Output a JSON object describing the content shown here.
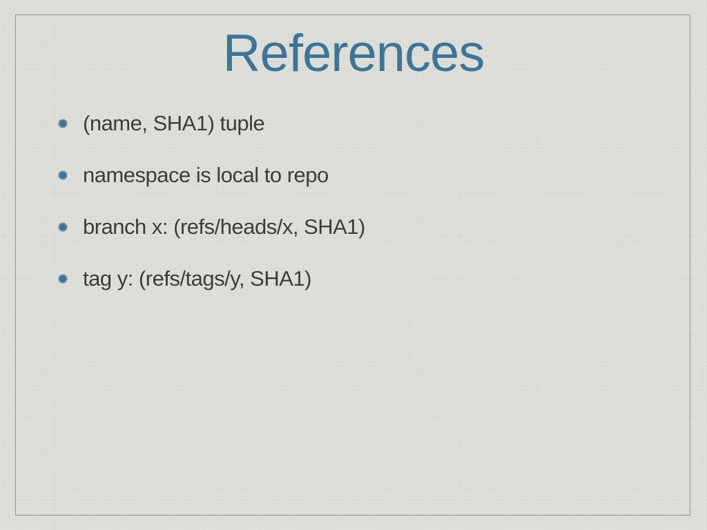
{
  "slide": {
    "title": "References",
    "bullets": [
      {
        "text": "(name, SHA1) tuple",
        "icon": "asterisk-bullet-icon"
      },
      {
        "text": "namespace is local to repo",
        "icon": "asterisk-bullet-icon"
      },
      {
        "text": "branch x: (refs/heads/x, SHA1)",
        "icon": "asterisk-bullet-icon"
      },
      {
        "text": "tag y: (refs/tags/y, SHA1)",
        "icon": "asterisk-bullet-icon"
      }
    ]
  },
  "colors": {
    "background": "#dcdcd6",
    "title": "#3d7596",
    "text": "#3b3b3b",
    "bullet": "#3d7596",
    "frame": "#8d8d8d"
  }
}
